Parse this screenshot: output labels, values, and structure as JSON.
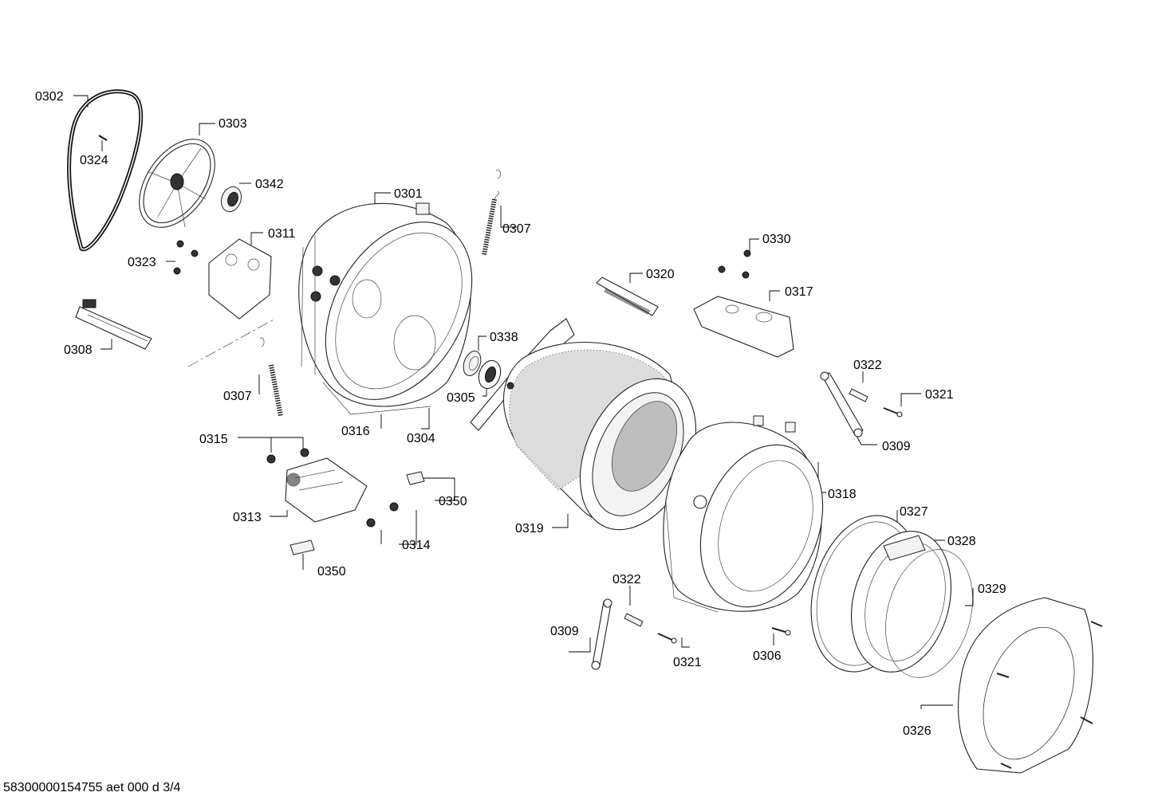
{
  "diagram": {
    "labels": {
      "p0302": "0302",
      "p0324": "0324",
      "p0303": "0303",
      "p0342": "0342",
      "p0301": "0301",
      "p0307a": "0307",
      "p0311": "0311",
      "p0323": "0323",
      "p0330": "0330",
      "p0320": "0320",
      "p0317": "0317",
      "p0308": "0308",
      "p0338": "0338",
      "p0307b": "0307",
      "p0305": "0305",
      "p0316": "0316",
      "p0304": "0304",
      "p0322a": "0322",
      "p0321a": "0321",
      "p0309a": "0309",
      "p0315": "0315",
      "p0350a": "0350",
      "p0318": "0318",
      "p0313": "0313",
      "p0314": "0314",
      "p0319": "0319",
      "p0327": "0327",
      "p0328": "0328",
      "p0350b": "0350",
      "p0322b": "0322",
      "p0329": "0329",
      "p0309b": "0309",
      "p0321b": "0321",
      "p0306": "0306",
      "p0326": "0326"
    }
  },
  "footer": {
    "doc_code": "58300000154755 aet 000 d 3/4"
  }
}
